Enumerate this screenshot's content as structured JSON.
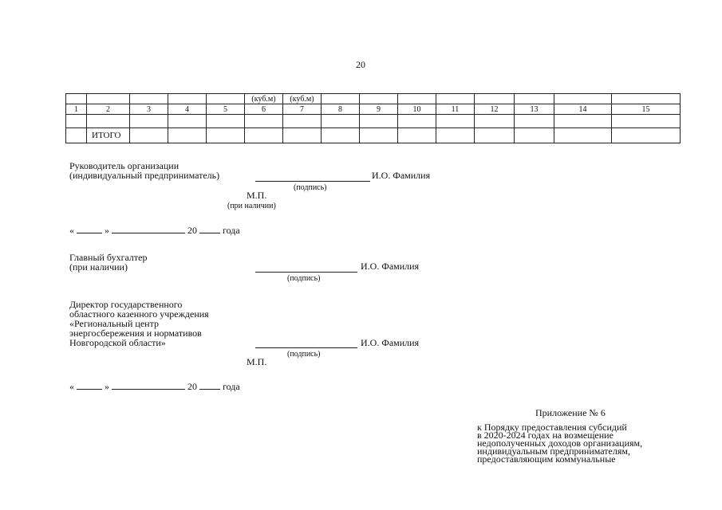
{
  "page_number": "20",
  "table": {
    "units_col6": "(куб.м)",
    "units_col7": "(куб.м)",
    "column_numbers": [
      "1",
      "2",
      "3",
      "4",
      "5",
      "6",
      "7",
      "8",
      "9",
      "10",
      "11",
      "12",
      "13",
      "14",
      "15"
    ],
    "total_label": "ИТОГО"
  },
  "head_block": {
    "line1": "Руководитель организации",
    "line2": "(индивидуальный предприниматель)",
    "name": "И.О. Фамилия",
    "signature_caption": "(подпись)",
    "stamp": "М.П.",
    "stamp_note": "(при наличии)"
  },
  "date_line_1": {
    "open_quote": "«",
    "close_quote": "»",
    "year_prefix": "20",
    "year_suffix": "года"
  },
  "accountant_block": {
    "line1": "Главный бухгалтер",
    "line2": "(при наличии)",
    "name": "И.О. Фамилия",
    "signature_caption": "(подпись)"
  },
  "director_block": {
    "line1": "Директор государственного",
    "line2": "областного казенного учреждения",
    "line3": "«Региональный центр",
    "line4": "энергосбережения и нормативов",
    "line5": "Новгородской области»",
    "name": "И.О. Фамилия",
    "signature_caption": "(подпись)",
    "stamp": "М.П."
  },
  "date_line_2": {
    "open_quote": "«",
    "close_quote": "»",
    "year_prefix": "20",
    "year_suffix": "года"
  },
  "appendix": {
    "title": "Приложение № 6",
    "line1": "к Порядку предоставления субсидий",
    "line2": "в 2020-2024 годах на возмещение",
    "line3": "недополученных доходов организациям,",
    "line4": "индивидуальным предпринимателям,",
    "line5": "предоставляющим коммунальные"
  }
}
